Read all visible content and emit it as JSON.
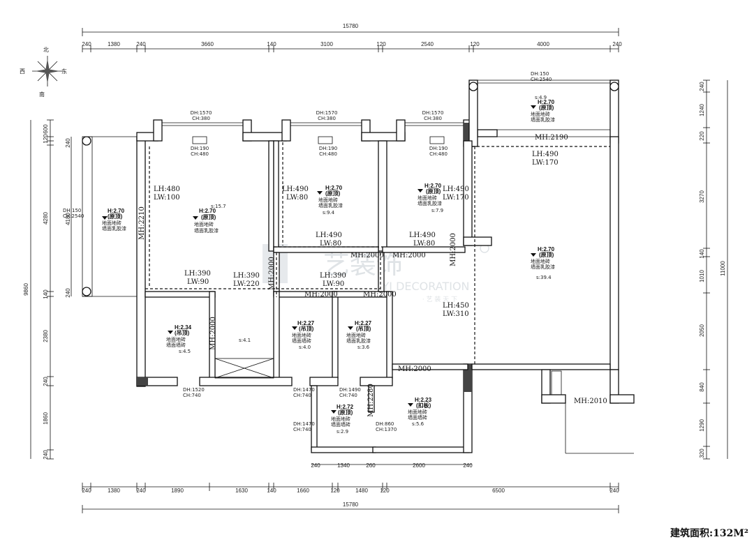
{
  "compass": {
    "north": "北",
    "west": "西",
    "east": "东",
    "south": "南"
  },
  "watermark": {
    "brand": "艺装饰",
    "sub": "YI DECORATION",
    "slogan": "· 艺 装 天 下"
  },
  "area_label": "建筑面积:132M²",
  "dims": {
    "top_total": "15780",
    "top": [
      "240",
      "1380",
      "240",
      "3660",
      "140",
      "3100",
      "120",
      "2540",
      "120",
      "4000",
      "240"
    ],
    "bottom_total": "15780",
    "bottom_outer": [
      "240",
      "1380",
      "240",
      "1890",
      "1630",
      "140",
      "1660",
      "120",
      "1480",
      "120",
      "6500",
      "240"
    ],
    "bottom_inner": [
      "240",
      "1340",
      "260",
      "2600",
      "240"
    ],
    "left_total": "9860",
    "left": [
      "600",
      "120",
      "240",
      "4280",
      "140",
      "2380",
      "240",
      "1860",
      "240"
    ],
    "left_inner": "4180",
    "right_total": "11000",
    "right": [
      "240",
      "1240",
      "220",
      "3270",
      "140",
      "1010",
      "2050",
      "840",
      "1290",
      "320"
    ]
  },
  "openings": {
    "dh1570_a": "DH:1570",
    "ch380_a": "CH:380",
    "dh1570_b": "DH:1570",
    "ch380_b": "CH:380",
    "dh1570_c": "DH:1570",
    "ch380_c": "CH:380",
    "dh190_a": "DH:190",
    "ch480_a": "CH:480",
    "dh190_b": "DH:190",
    "ch480_b": "CH:480",
    "dh190_c": "DH:190",
    "ch480_c": "CH:480",
    "dh150_top": "DH:150",
    "ch2540_top": "CH:2540",
    "dh150_left": "DH:150",
    "ch2540_left": "CH:2540",
    "dh1520": "DH:1520",
    "ch740_a": "CH:740",
    "dh1470_a": "DH:1470",
    "ch740_b": "CH:740",
    "dh1490": "DH:1490",
    "ch740_c": "CH:740",
    "dh1470_b": "DH:1470",
    "ch740_d": "CH:740",
    "dh860": "DH:860",
    "ch1370": "CH:1370"
  },
  "rooms": [
    {
      "h": "H:2.70",
      "type": "(原顶)",
      "floor": "地面地砖",
      "wall": "墙面乳胶漆",
      "s": "s:15.7"
    },
    {
      "h": "H:2.70",
      "type": "(原顶)",
      "floor": "地面地砖",
      "wall": "墙面乳胶漆",
      "s": "s:9.4"
    },
    {
      "h": "H:2.70",
      "type": "(原顶)",
      "floor": "地面地砖",
      "wall": "墙面乳胶漆",
      "s": "s:7.9"
    },
    {
      "h": "H:2.70",
      "type": "(原顶)",
      "floor": "地面地砖",
      "wall": "墙面乳胶漆",
      "s": "s:39.4"
    },
    {
      "h": "H:2.70",
      "type": "(原顶)",
      "floor": "地面地砖",
      "wall": "墙面乳胶漆",
      "s": "s:4.9"
    },
    {
      "h": "H:2.70",
      "type": "(原顶)",
      "floor": "地面地砖",
      "wall": "墙面乳胶漆",
      "s": ""
    },
    {
      "h": "H:2.34",
      "type": "(吊顶)",
      "floor": "地面地砖",
      "wall": "墙面墙砖",
      "s": "s:4.5"
    },
    {
      "h": "",
      "type": "",
      "floor": "",
      "wall": "",
      "s": "s:4.1"
    },
    {
      "h": "H:2.27",
      "type": "(吊顶)",
      "floor": "地面地砖",
      "wall": "墙面墙砖",
      "s": "s:4.0"
    },
    {
      "h": "H:2.27",
      "type": "(吊顶)",
      "floor": "地面地砖",
      "wall": "墙面乳胶漆",
      "s": "s:3.6"
    },
    {
      "h": "H:2.72",
      "type": "(原顶)",
      "floor": "地面地砖",
      "wall": "墙面墙砖",
      "s": "s:2.9"
    },
    {
      "h": "H:2.23",
      "type": "(扣板)",
      "floor": "地面地砖",
      "wall": "墙面墙砖",
      "s": "s:5.6"
    }
  ],
  "beams": {
    "b1_lh": "LH:480",
    "b1_lw": "LW:100",
    "b2_lh": "LH:490",
    "b2_lw": "LW:80",
    "b3_lh": "LH:490",
    "b3_lw": "LW:170",
    "b4_lh": "LH:490",
    "b4_lw": "LW:170",
    "b5_lh": "LH:490",
    "b5_lw": "LW:80",
    "b6_lh": "LH:490",
    "b6_lw": "LW:80",
    "b7_lh": "LH:390",
    "b7_lw": "LW:90",
    "b8_lh": "LH:390",
    "b8_lw": "LW:220",
    "b9_lh": "LH:390",
    "b9_lw": "LW:90",
    "b10_lh": "LH:450",
    "b10_lw": "LW:310"
  },
  "mh": {
    "m1": "MH:2210",
    "m2": "MH:2190",
    "m3": "MH:2000",
    "m4": "MH:2000",
    "m5": "MH:2000",
    "m6": "MH:2000",
    "m7": "MH:2000",
    "m8": "MH:2000",
    "m9": "MH:2000",
    "m10": "MH:2000",
    "m11": "MH:2280",
    "m12": "MH:2010"
  }
}
